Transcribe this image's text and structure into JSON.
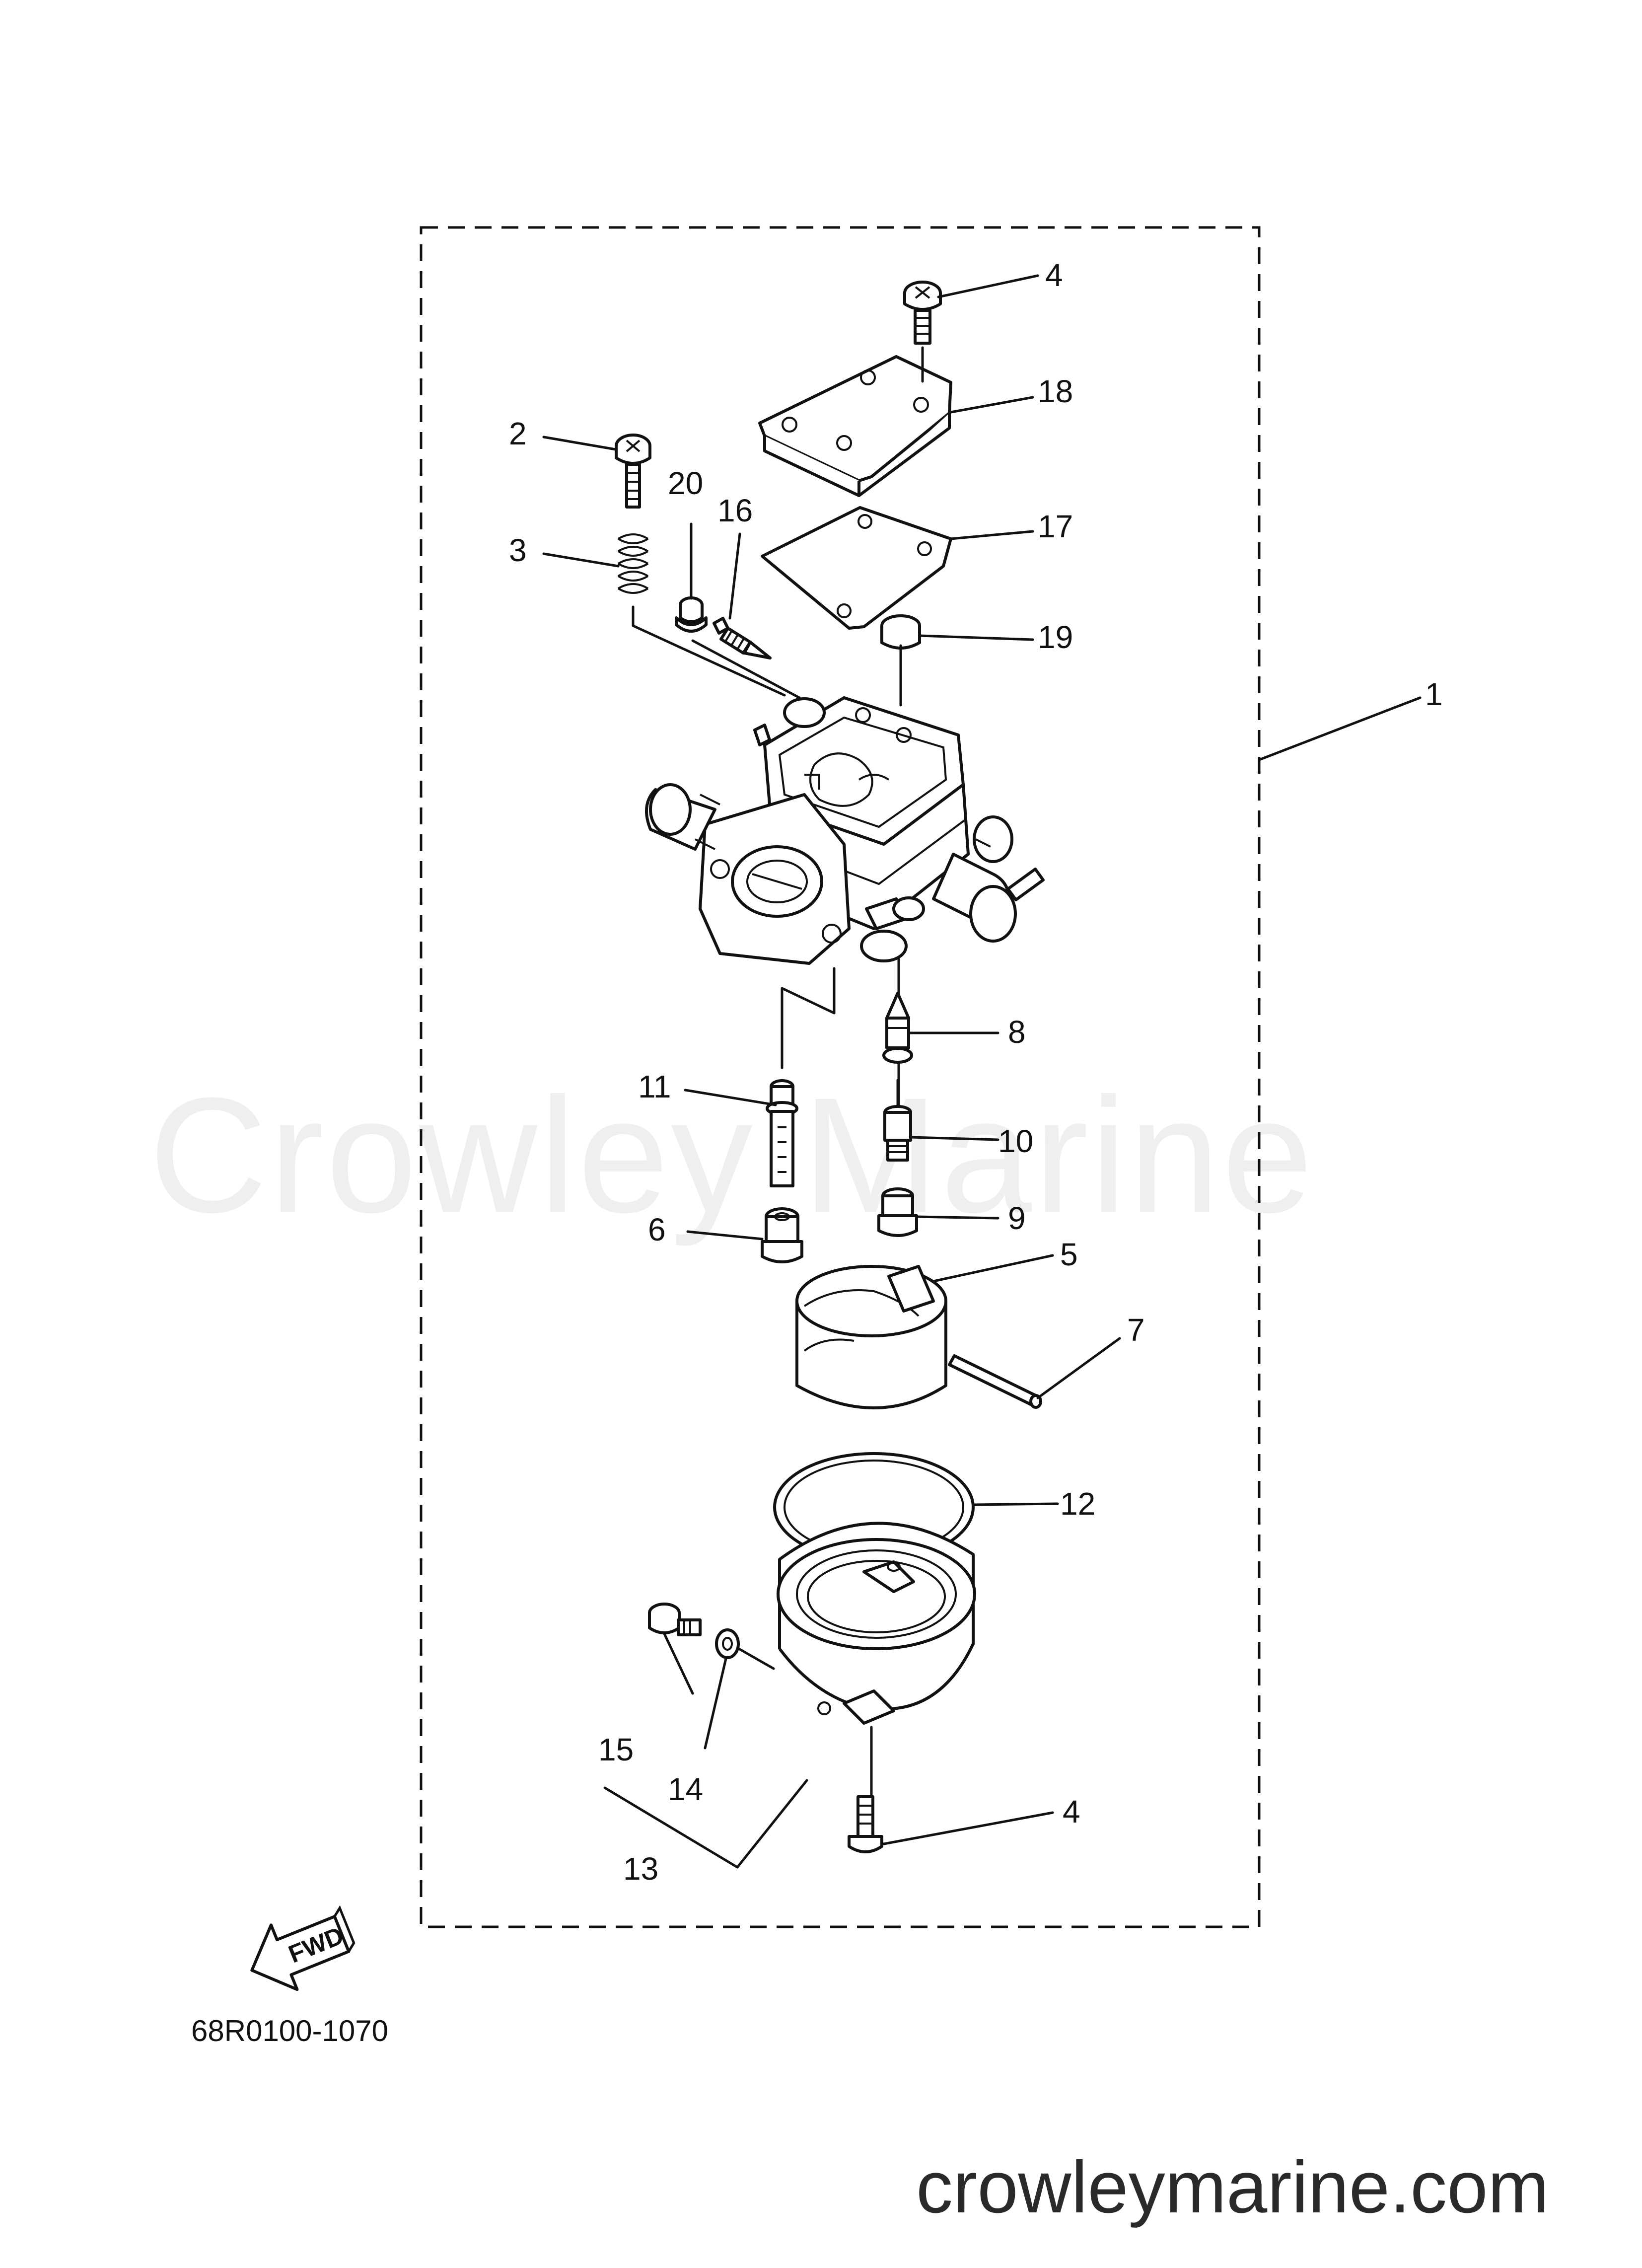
{
  "watermark": "Crowley Marine",
  "website": "crowleymarine.com",
  "diagram_code": "68R0100-1070",
  "fwd_label": "FWD",
  "callouts": {
    "c1": "1",
    "c2": "2",
    "c3": "3",
    "c4a": "4",
    "c4b": "4",
    "c5": "5",
    "c6": "6",
    "c7": "7",
    "c8": "8",
    "c9": "9",
    "c10": "10",
    "c11": "11",
    "c12": "12",
    "c13": "13",
    "c14": "14",
    "c15": "15",
    "c16": "16",
    "c17": "17",
    "c18": "18",
    "c19": "19",
    "c20": "20"
  }
}
